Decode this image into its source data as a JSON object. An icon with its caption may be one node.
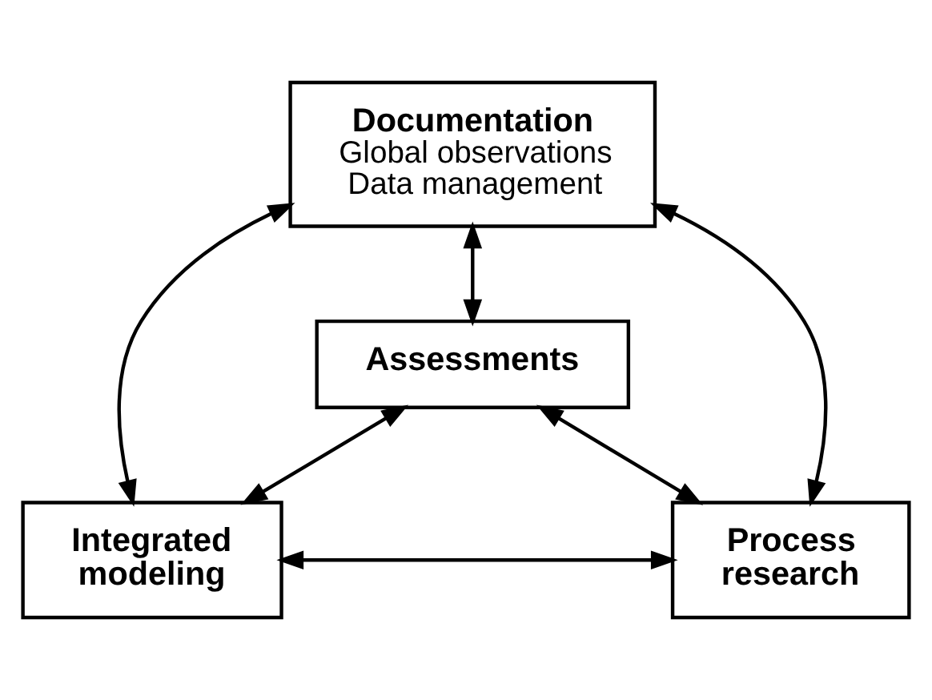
{
  "diagram": {
    "nodes": [
      {
        "text": [
          "Documentation",
          "Global observations Data management"
        ]
      },
      {
        "text": [
          "Assessments"
        ]
      },
      {
        "text": [
          "Integrated modeling"
        ]
      },
      {
        "text": [
          "Process research"
        ]
      }
    ],
    "edges": [
      {
        "from": 0,
        "to": 1,
        "arrow": "both"
      },
      {
        "from": 0,
        "to": 2,
        "arrow": "both"
      },
      {
        "from": 0,
        "to": 3,
        "arrow": "both"
      },
      {
        "from": 1,
        "to": 2,
        "arrow": "both"
      },
      {
        "from": 1,
        "to": 3,
        "arrow": "both"
      },
      {
        "from": 2,
        "to": 3,
        "arrow": "both"
      }
    ]
  }
}
